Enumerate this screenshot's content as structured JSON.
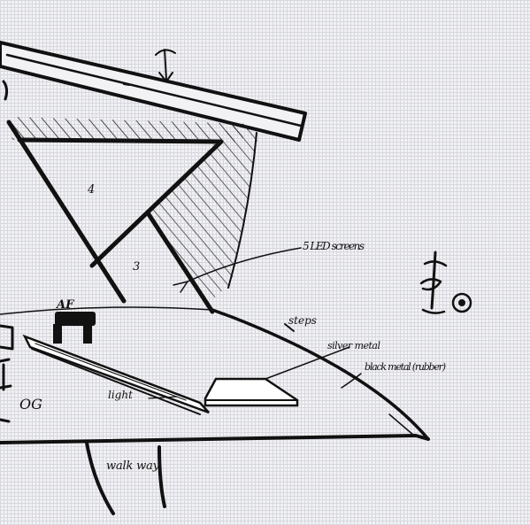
{
  "sketch": {
    "labels": {
      "panel_left": "4",
      "panel_right": "3",
      "screens": "5 LED screens",
      "af": "AF",
      "steps": "steps",
      "silver": "silver metal",
      "black": "black metal (rubber)",
      "light": "light",
      "og": "OG",
      "walkway": "walk way"
    }
  }
}
